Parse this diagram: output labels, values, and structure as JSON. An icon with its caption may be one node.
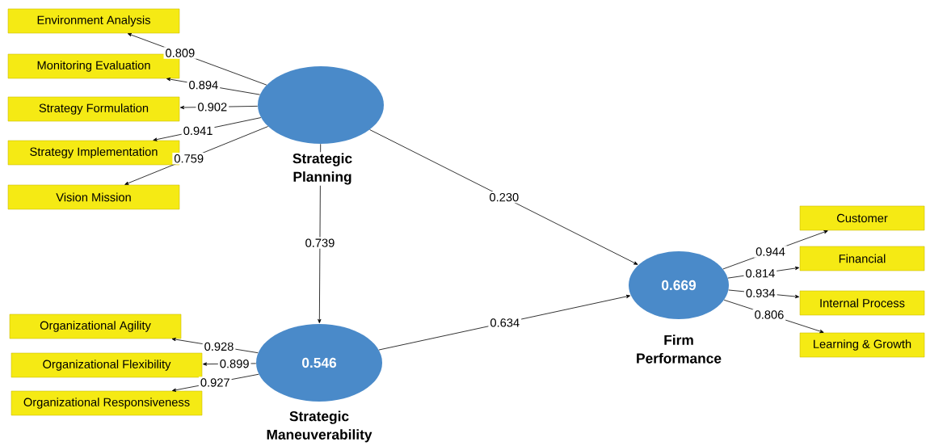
{
  "diagram": {
    "nodes": [
      {
        "text": [],
        "shape": "ellipse",
        "beside": [
          "Strategic Planning"
        ]
      },
      {
        "text": [
          "Environment Analysis"
        ]
      },
      {
        "text": [
          "Monitoring Evaluation"
        ]
      },
      {
        "text": [
          "Strategy Formulation"
        ]
      },
      {
        "text": [
          "Strategy Implementation"
        ]
      },
      {
        "text": [
          "Vision Mission"
        ]
      },
      {
        "text": [
          "0.546"
        ],
        "beside": [
          "Strategic Maneuverability"
        ]
      },
      {
        "text": [
          "Organizational Agility"
        ]
      },
      {
        "text": [
          "Organizational Flexibility"
        ]
      },
      {
        "text": [
          "Organizational Responsiveness"
        ]
      },
      {
        "text": [
          "0.669"
        ],
        "beside": [
          "Firm Performance"
        ]
      },
      {
        "text": [
          "Customer"
        ]
      },
      {
        "text": [
          "Financial"
        ]
      },
      {
        "text": [
          "Internal Process"
        ]
      },
      {
        "text": [
          "Learning & Growth"
        ]
      }
    ],
    "edges": [
      {
        "from": 0,
        "to": 1,
        "arrow": "to",
        "label": "0.809"
      },
      {
        "from": 0,
        "to": 2,
        "arrow": "to",
        "label": "0.894"
      },
      {
        "from": 0,
        "to": 3,
        "arrow": "to",
        "label": "0.902"
      },
      {
        "from": 0,
        "to": 4,
        "arrow": "to",
        "label": "0.941"
      },
      {
        "from": 0,
        "to": 5,
        "arrow": "to",
        "label": "0.759"
      },
      {
        "from": 0,
        "to": 6,
        "arrow": "to",
        "label": "0.739"
      },
      {
        "from": 0,
        "to": 10,
        "arrow": "to",
        "label": "0.230"
      },
      {
        "from": 6,
        "to": 7,
        "arrow": "to",
        "label": "0.928"
      },
      {
        "from": 6,
        "to": 8,
        "arrow": "to",
        "label": "0.899"
      },
      {
        "from": 6,
        "to": 9,
        "arrow": "to",
        "label": "0.927"
      },
      {
        "from": 6,
        "to": 10,
        "arrow": "to",
        "label": "0.634"
      },
      {
        "from": 10,
        "to": 11,
        "arrow": "to",
        "label": "0.944"
      },
      {
        "from": 10,
        "to": 12,
        "arrow": "to",
        "label": "0.814"
      },
      {
        "from": 10,
        "to": 13,
        "arrow": "to",
        "label": "0.934"
      },
      {
        "from": 10,
        "to": 14,
        "arrow": "to",
        "label": "0.806"
      }
    ]
  }
}
